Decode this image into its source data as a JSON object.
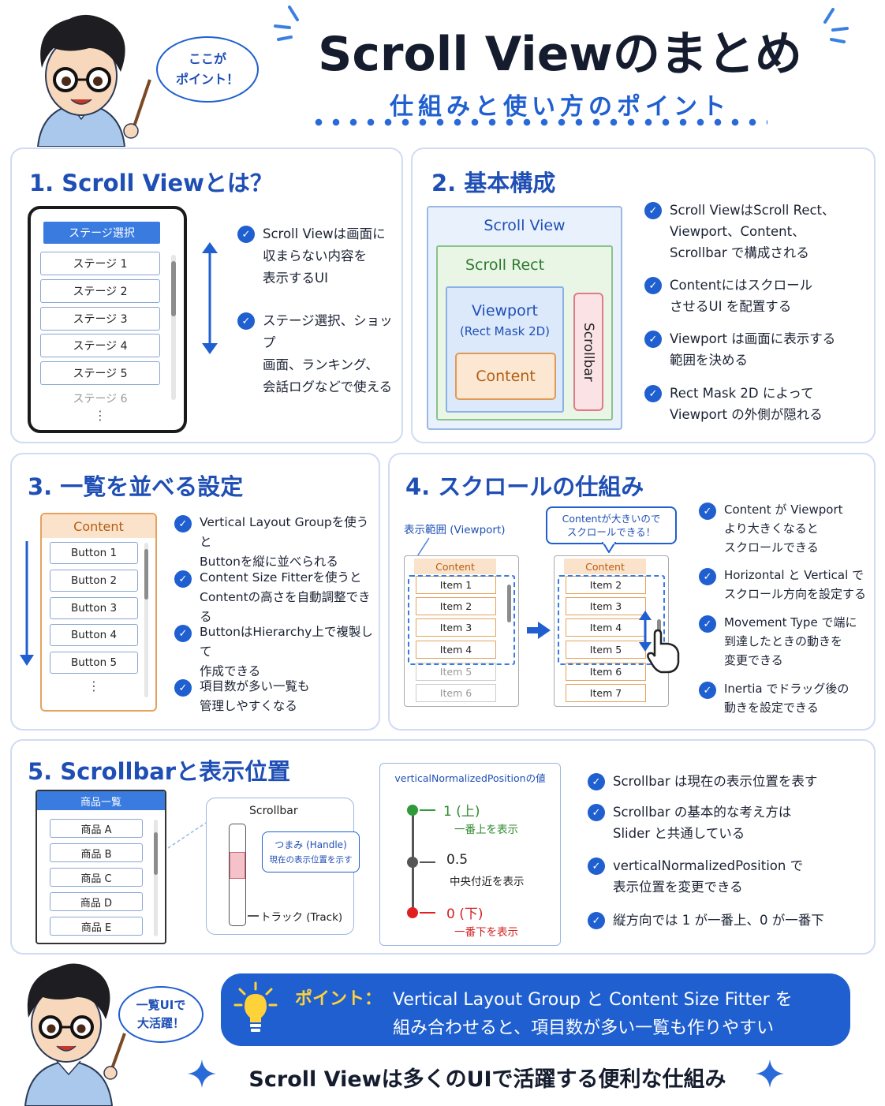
{
  "header": {
    "title": "Scroll Viewのまとめ",
    "subtitle": "仕組みと使い方のポイント",
    "speech": "ここが\nポイント！"
  },
  "s1": {
    "title": "1. Scroll Viewとは？",
    "header_btn": "ステージ選択",
    "stages": [
      "ステージ 1",
      "ステージ 2",
      "ステージ 3",
      "ステージ 4",
      "ステージ 5",
      "ステージ 6"
    ],
    "ellipsis": "⋮",
    "bullets": [
      "Scroll Viewは画面に\n収まらない内容を\n表示するUI",
      "ステージ選択、ショップ\n画面、ランキング、\n会話ログなどで使える"
    ]
  },
  "s2": {
    "title": "2. 基本構成",
    "scroll_view": "Scroll View",
    "scroll_rect": "Scroll Rect",
    "viewport": "Viewport",
    "viewport_sub": "(Rect Mask 2D)",
    "content": "Content",
    "scrollbar": "Scrollbar",
    "bullets": [
      "Scroll ViewはScroll Rect、\nViewport、Content、\nScrollbar で構成される",
      "Contentにはスクロール\nさせるUI を配置する",
      "Viewport は画面に表示する\n範囲を決める",
      "Rect Mask 2D によって\nViewport の外側が隠れる"
    ]
  },
  "s3": {
    "title": "3. 一覧を並べる設定",
    "content_label": "Content",
    "buttons": [
      "Button 1",
      "Button 2",
      "Button 3",
      "Button 4",
      "Button 5"
    ],
    "ellipsis": "⋮",
    "bullets": [
      "Vertical Layout Groupを使うと\nButtonを縦に並べられる",
      "Content Size Fitterを使うと\nContentの高さを自動調整できる",
      "ButtonはHierarchy上で複製して\n作成できる",
      "項目数が多い一覧も\n管理しやすくなる"
    ]
  },
  "s4": {
    "title": "4. スクロールの仕組み",
    "viewport_label": "表示範囲 (Viewport)",
    "callout": "Contentが大きいので\nスクロールできる！",
    "content_label": "Content",
    "left_items": [
      "Item 1",
      "Item 2",
      "Item 3",
      "Item 4",
      "Item 5",
      "Item 6"
    ],
    "right_items": [
      "Item 2",
      "Item 3",
      "Item 4",
      "Item 5",
      "Item 6",
      "Item 7"
    ],
    "bullets": [
      "Content が Viewport\nより大きくなると\nスクロールできる",
      "Horizontal と Vertical で\nスクロール方向を設定する",
      "Movement Type で端に\n到達したときの動きを\n変更できる",
      "Inertia でドラッグ後の\n動きを設定できる"
    ]
  },
  "s5": {
    "title": "5. Scrollbarと表示位置",
    "list_header": "商品一覧",
    "products": [
      "商品 A",
      "商品 B",
      "商品 C",
      "商品 D",
      "商品 E"
    ],
    "scrollbar_label": "Scrollbar",
    "handle_label": "つまみ (Handle)",
    "handle_sub": "現在の表示位置を示す",
    "track_label": "トラック (Track)",
    "vnp_title": "verticalNormalizedPositionの値",
    "vnp_top": "1 (上)",
    "vnp_top_sub": "一番上を表示",
    "vnp_mid": "0.5",
    "vnp_mid_sub": "中央付近を表示",
    "vnp_bot": "0 (下)",
    "vnp_bot_sub": "一番下を表示",
    "bullets": [
      "Scrollbar は現在の表示位置を表す",
      "Scrollbar の基本的な考え方は\nSlider と共通している",
      "verticalNormalizedPosition で\n表示位置を変更できる",
      "縦方向では 1 が一番上、0 が一番下"
    ]
  },
  "footer": {
    "speech": "一覧UIで\n大活躍！",
    "point_label": "ポイント：",
    "point_line1": "Vertical Layout Group と Content Size Fitter を",
    "point_line2": "組み合わせると、項目数が多い一覧も作りやすい",
    "tagline": "Scroll Viewは多くのUIで活躍する便利な仕組み"
  },
  "colors": {
    "accent_blue": "#1f5fd0",
    "title_blue": "#1f4fb5",
    "orange": "#e5a25e",
    "green": "#5aa85a",
    "red": "#e03030"
  }
}
